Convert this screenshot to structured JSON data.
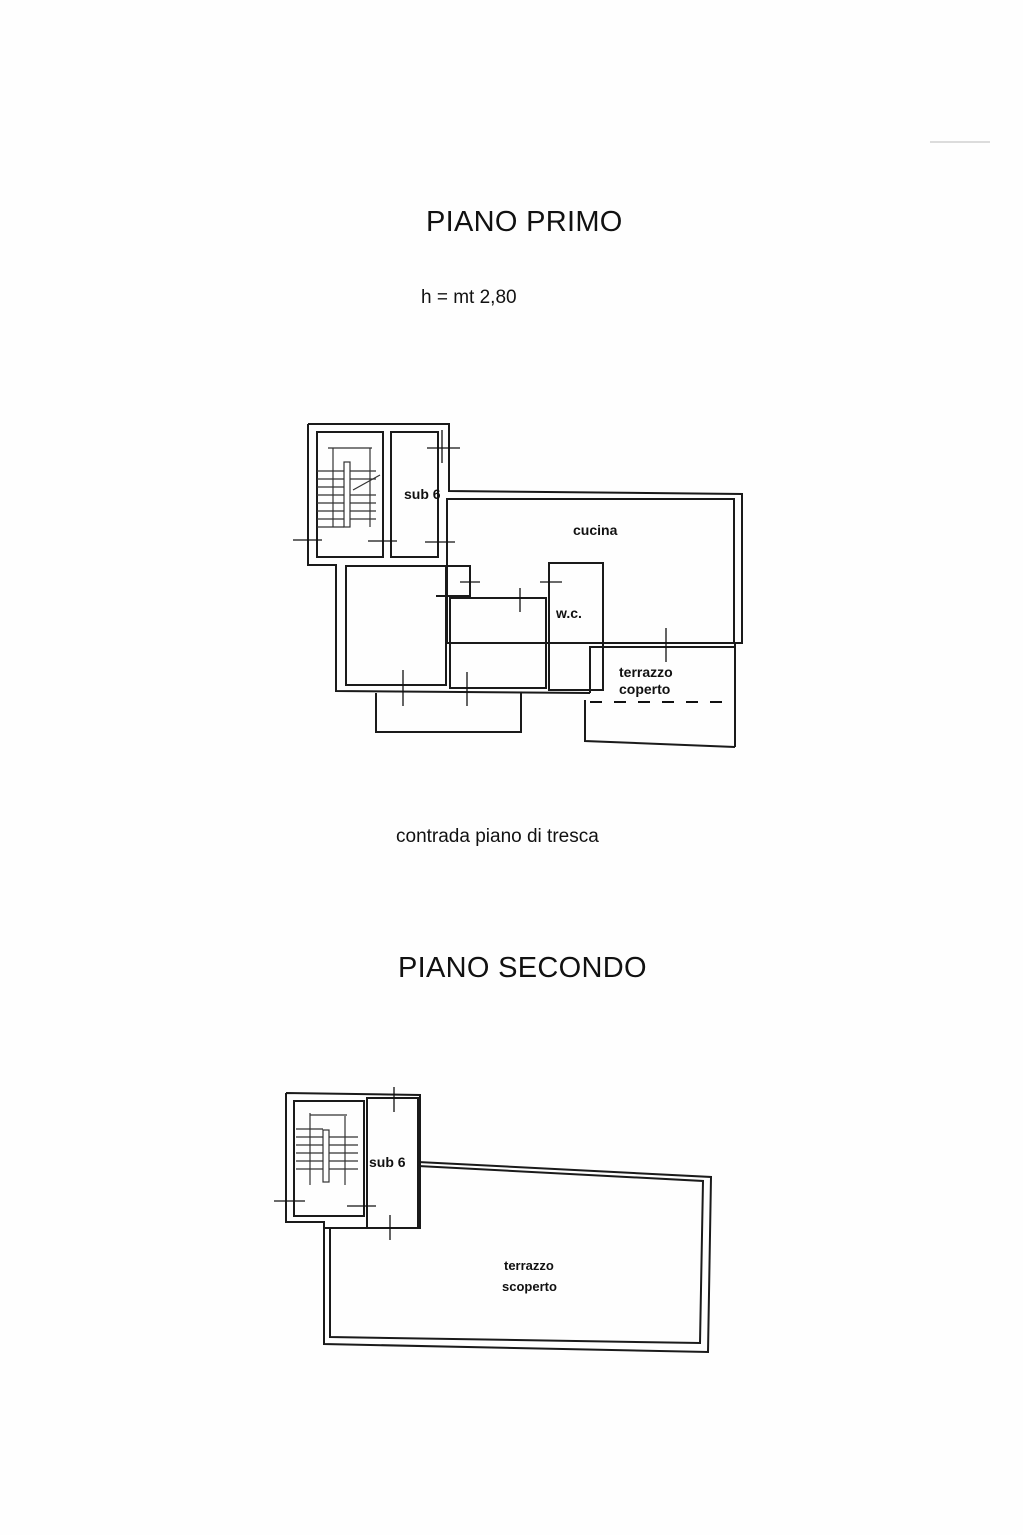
{
  "plan_primo": {
    "title": "PIANO PRIMO",
    "height_note": "h = mt 2,80",
    "rooms": {
      "sub": "sub 6",
      "kitchen": "cucina",
      "wc": "w.c.",
      "terrace_line1": "terrazzo",
      "terrace_line2": "coperto"
    }
  },
  "location_caption": "contrada piano di tresca",
  "plan_secondo": {
    "title": "PIANO SECONDO",
    "rooms": {
      "sub": "sub 6",
      "terrace_line1": "terrazzo",
      "terrace_line2": "scoperto"
    }
  }
}
